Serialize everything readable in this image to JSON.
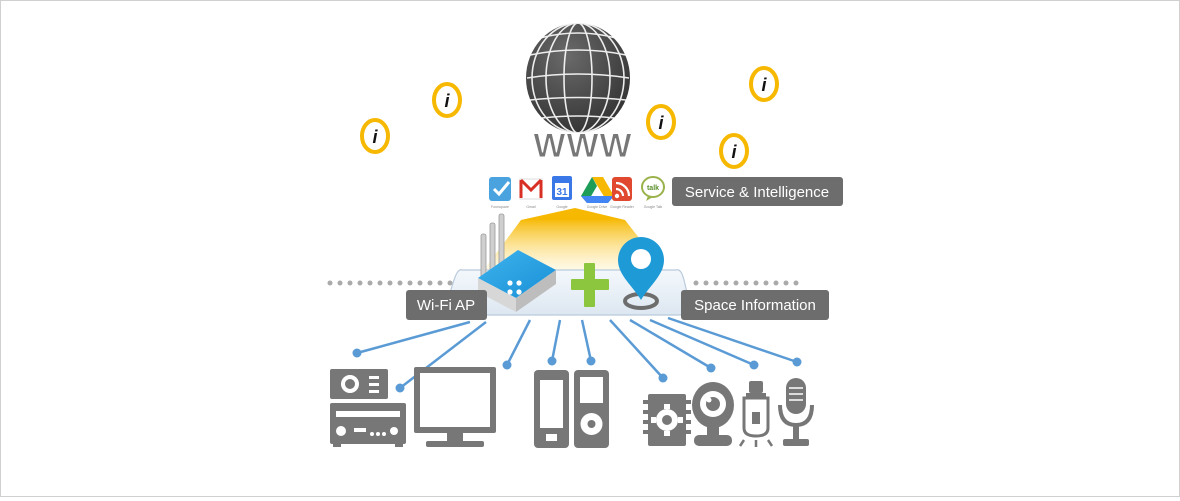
{
  "diagram": {
    "www_label": "WWW",
    "service_label": "Service & Intelligence",
    "wifi_label": "Wi-Fi AP",
    "space_label": "Space Information",
    "info_glyph": "i",
    "apps": [
      {
        "icon": "check-app-icon",
        "caption": "Foursquare"
      },
      {
        "icon": "gmail-icon",
        "caption": "Gmail"
      },
      {
        "icon": "calendar-icon",
        "caption": "Google",
        "text": "31"
      },
      {
        "icon": "drive-icon",
        "caption": "Google Drive"
      },
      {
        "icon": "rss-icon",
        "caption": "Google Reader"
      },
      {
        "icon": "talk-icon",
        "caption": "Google Talk",
        "text": "talk"
      }
    ],
    "devices": [
      "av-receiver-icon",
      "monitor-icon",
      "phone-icon",
      "media-player-icon",
      "chip-icon",
      "webcam-icon",
      "light-bulb-icon",
      "microphone-icon"
    ],
    "colors": {
      "label_bg": "#6d6d6d",
      "device_gray": "#777777",
      "link_blue": "#5b9bd5",
      "accent_yellow": "#f6b800",
      "pin_blue": "#1e9ad6",
      "plus_green": "#8cc63f"
    }
  }
}
